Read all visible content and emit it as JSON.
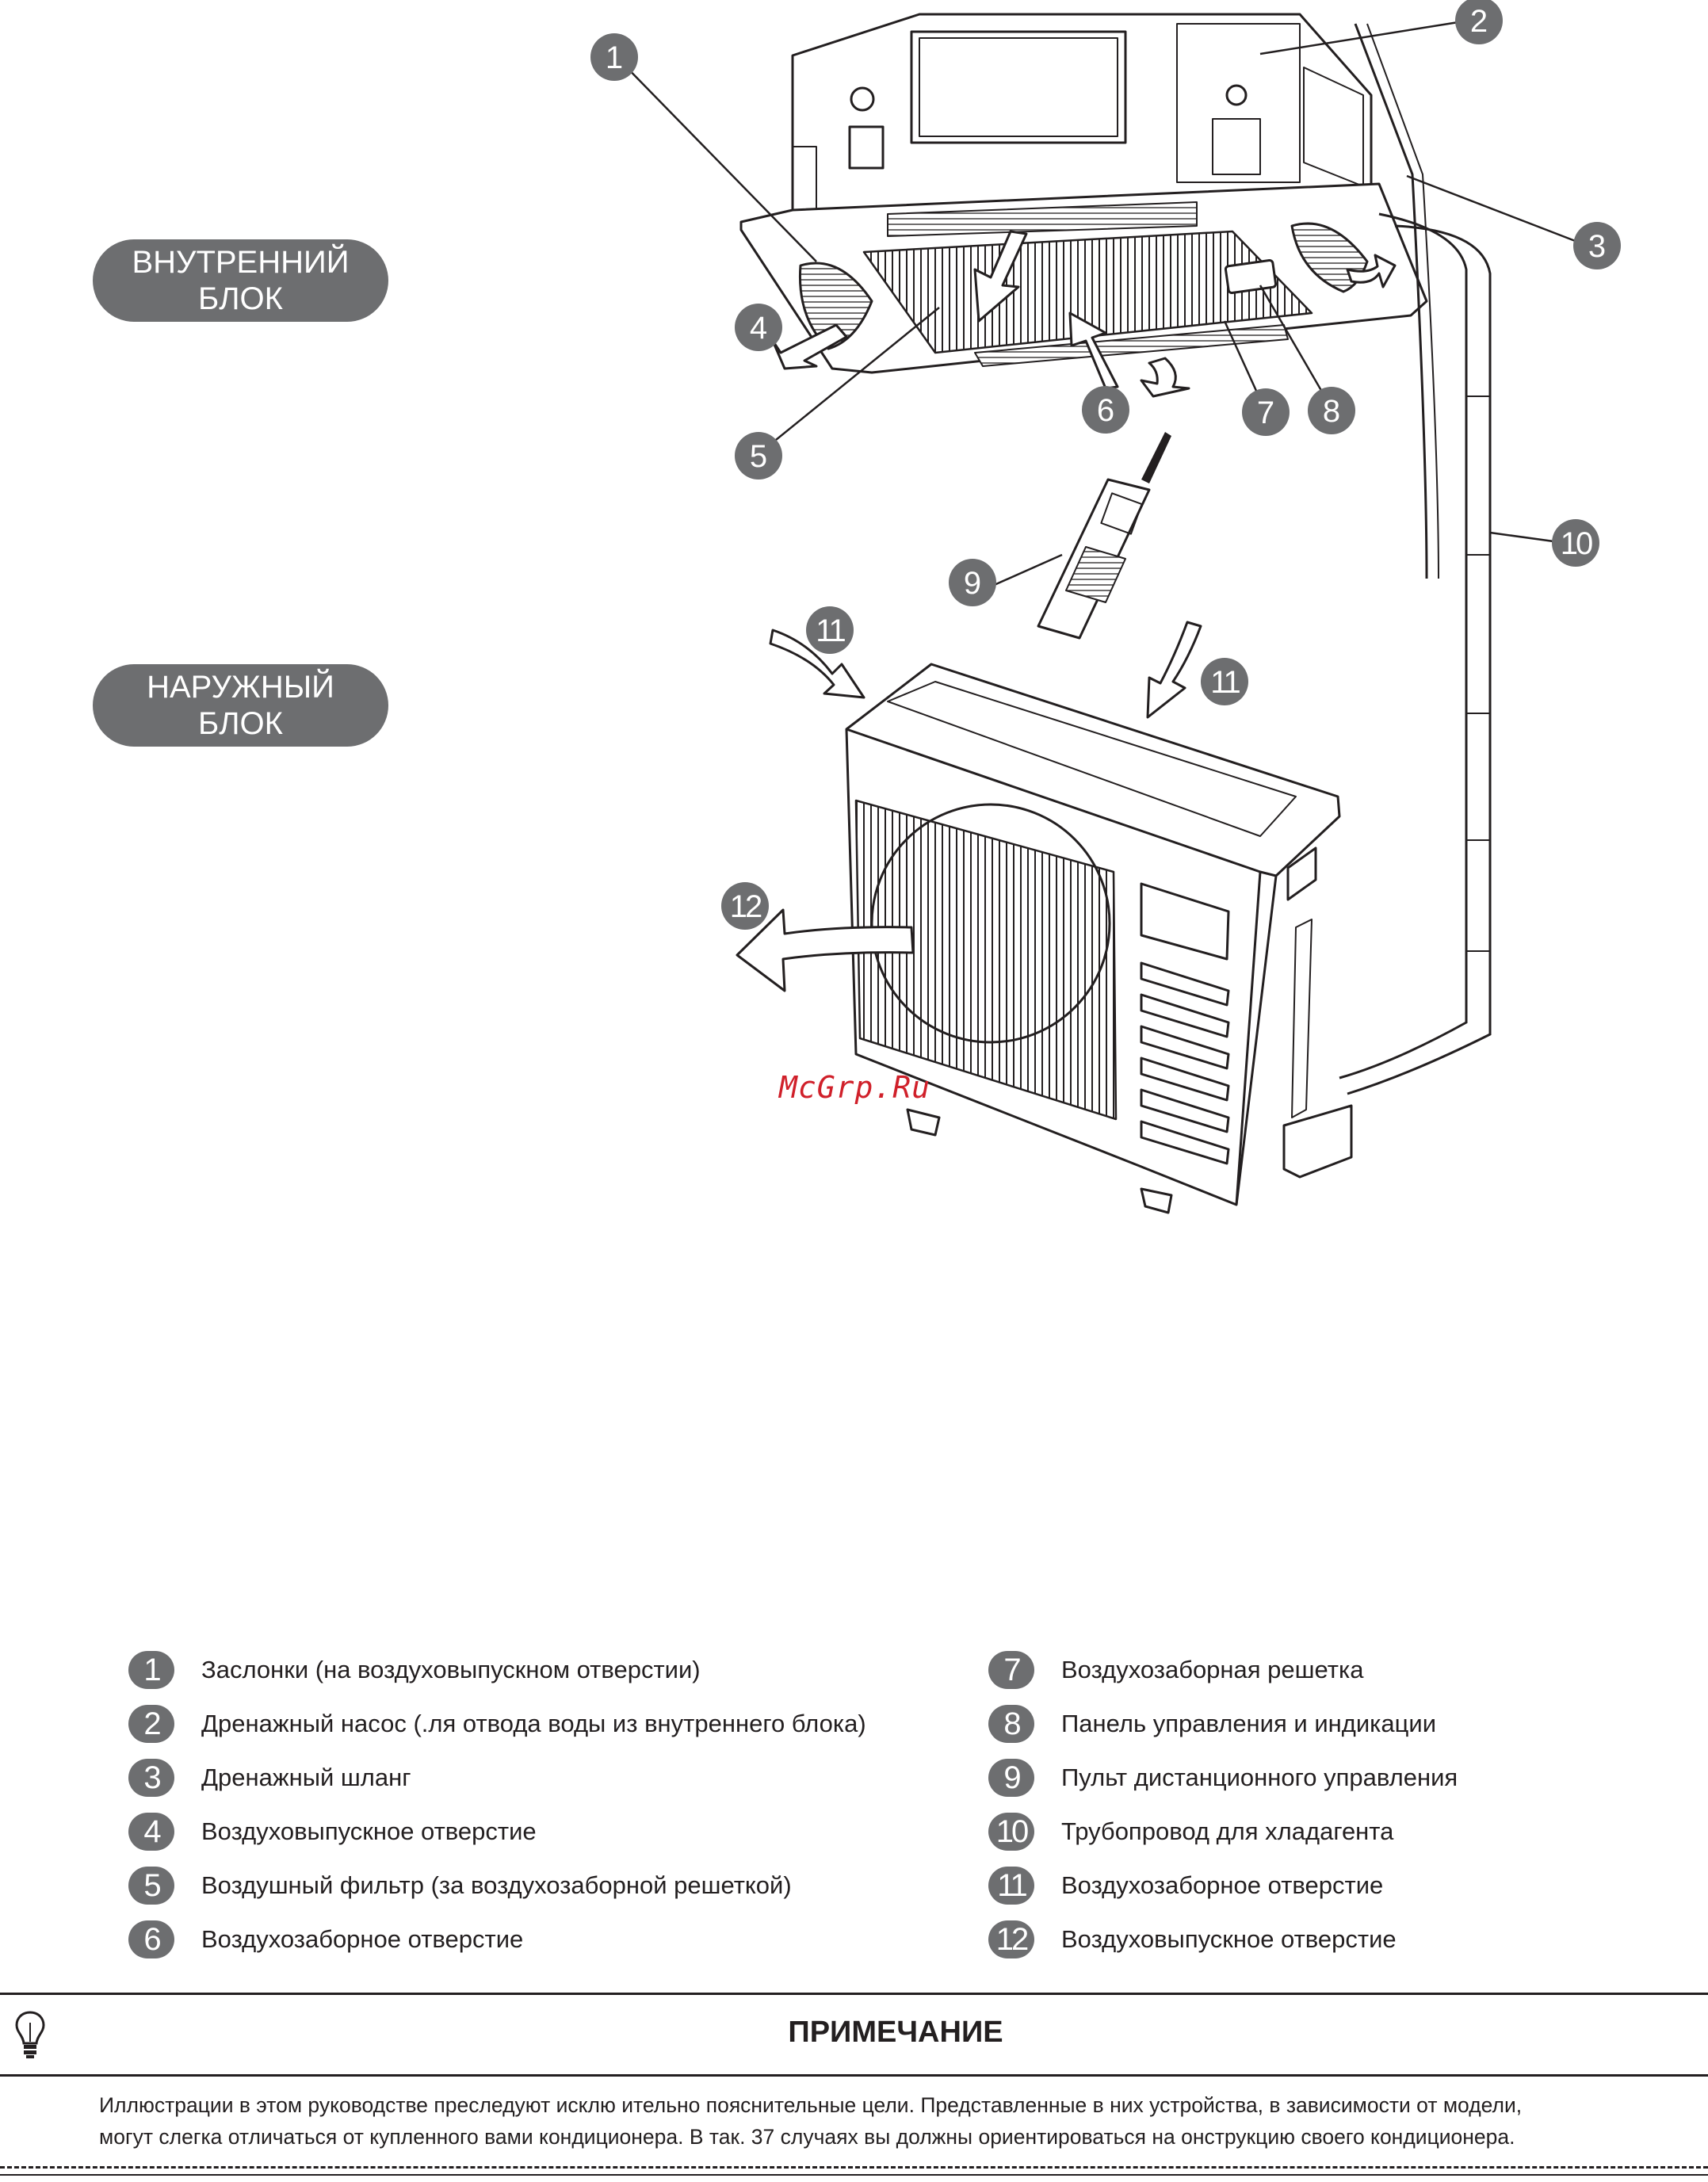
{
  "indoor_label": {
    "line1": "ВНУТРЕННИЙ",
    "line2": "БЛОК"
  },
  "outdoor_label": {
    "line1": "НАРУЖНЫЙ",
    "line2": "БЛОК"
  },
  "watermark": "McGrp.Ru",
  "diagram_callouts": [
    "1",
    "2",
    "3",
    "4",
    "5",
    "6",
    "7",
    "8",
    "9",
    "10",
    "11",
    "11",
    "12"
  ],
  "legend_left": [
    {
      "num": "1",
      "text": "Заслонки (на воздуховыпускном отверстии)"
    },
    {
      "num": "2",
      "text": "Дренажный насос (.ля отвода воды из внутреннего блока)"
    },
    {
      "num": "3",
      "text": "Дренажный шланг"
    },
    {
      "num": "4",
      "text": "Воздуховыпускное отверстие"
    },
    {
      "num": "5",
      "text": "Воздушный фильтр (за воздухозаборной решеткой)"
    },
    {
      "num": "6",
      "text": "Воздухозаборное отверстие"
    }
  ],
  "legend_right": [
    {
      "num": "7",
      "text": "Воздухозаборная решетка"
    },
    {
      "num": "8",
      "text": "Панель управления и индикации"
    },
    {
      "num": "9",
      "text": "Пульт дистанционного управления"
    },
    {
      "num": "10",
      "text": "Трубопровод для хладагента"
    },
    {
      "num": "11",
      "text": "Воздухозаборное отверстие"
    },
    {
      "num": "12",
      "text": "Воздуховыпускное отверстие"
    }
  ],
  "note": {
    "title": "ПРИМЕЧАНИЕ",
    "line1": "Иллюстрации в этом руководстве преследуют исклю  ительно пояснительные цели.  Представленные в них устройства, в зависимости от модели,",
    "line2": "могут слегка отличаться от купленного вами кондиционера. В так.  37 случаях вы должны ориентироваться на онструкцию своего кондиционера."
  },
  "colors": {
    "badge": "#6d6e70",
    "ink": "#231f20",
    "watermark": "#d0202a"
  }
}
